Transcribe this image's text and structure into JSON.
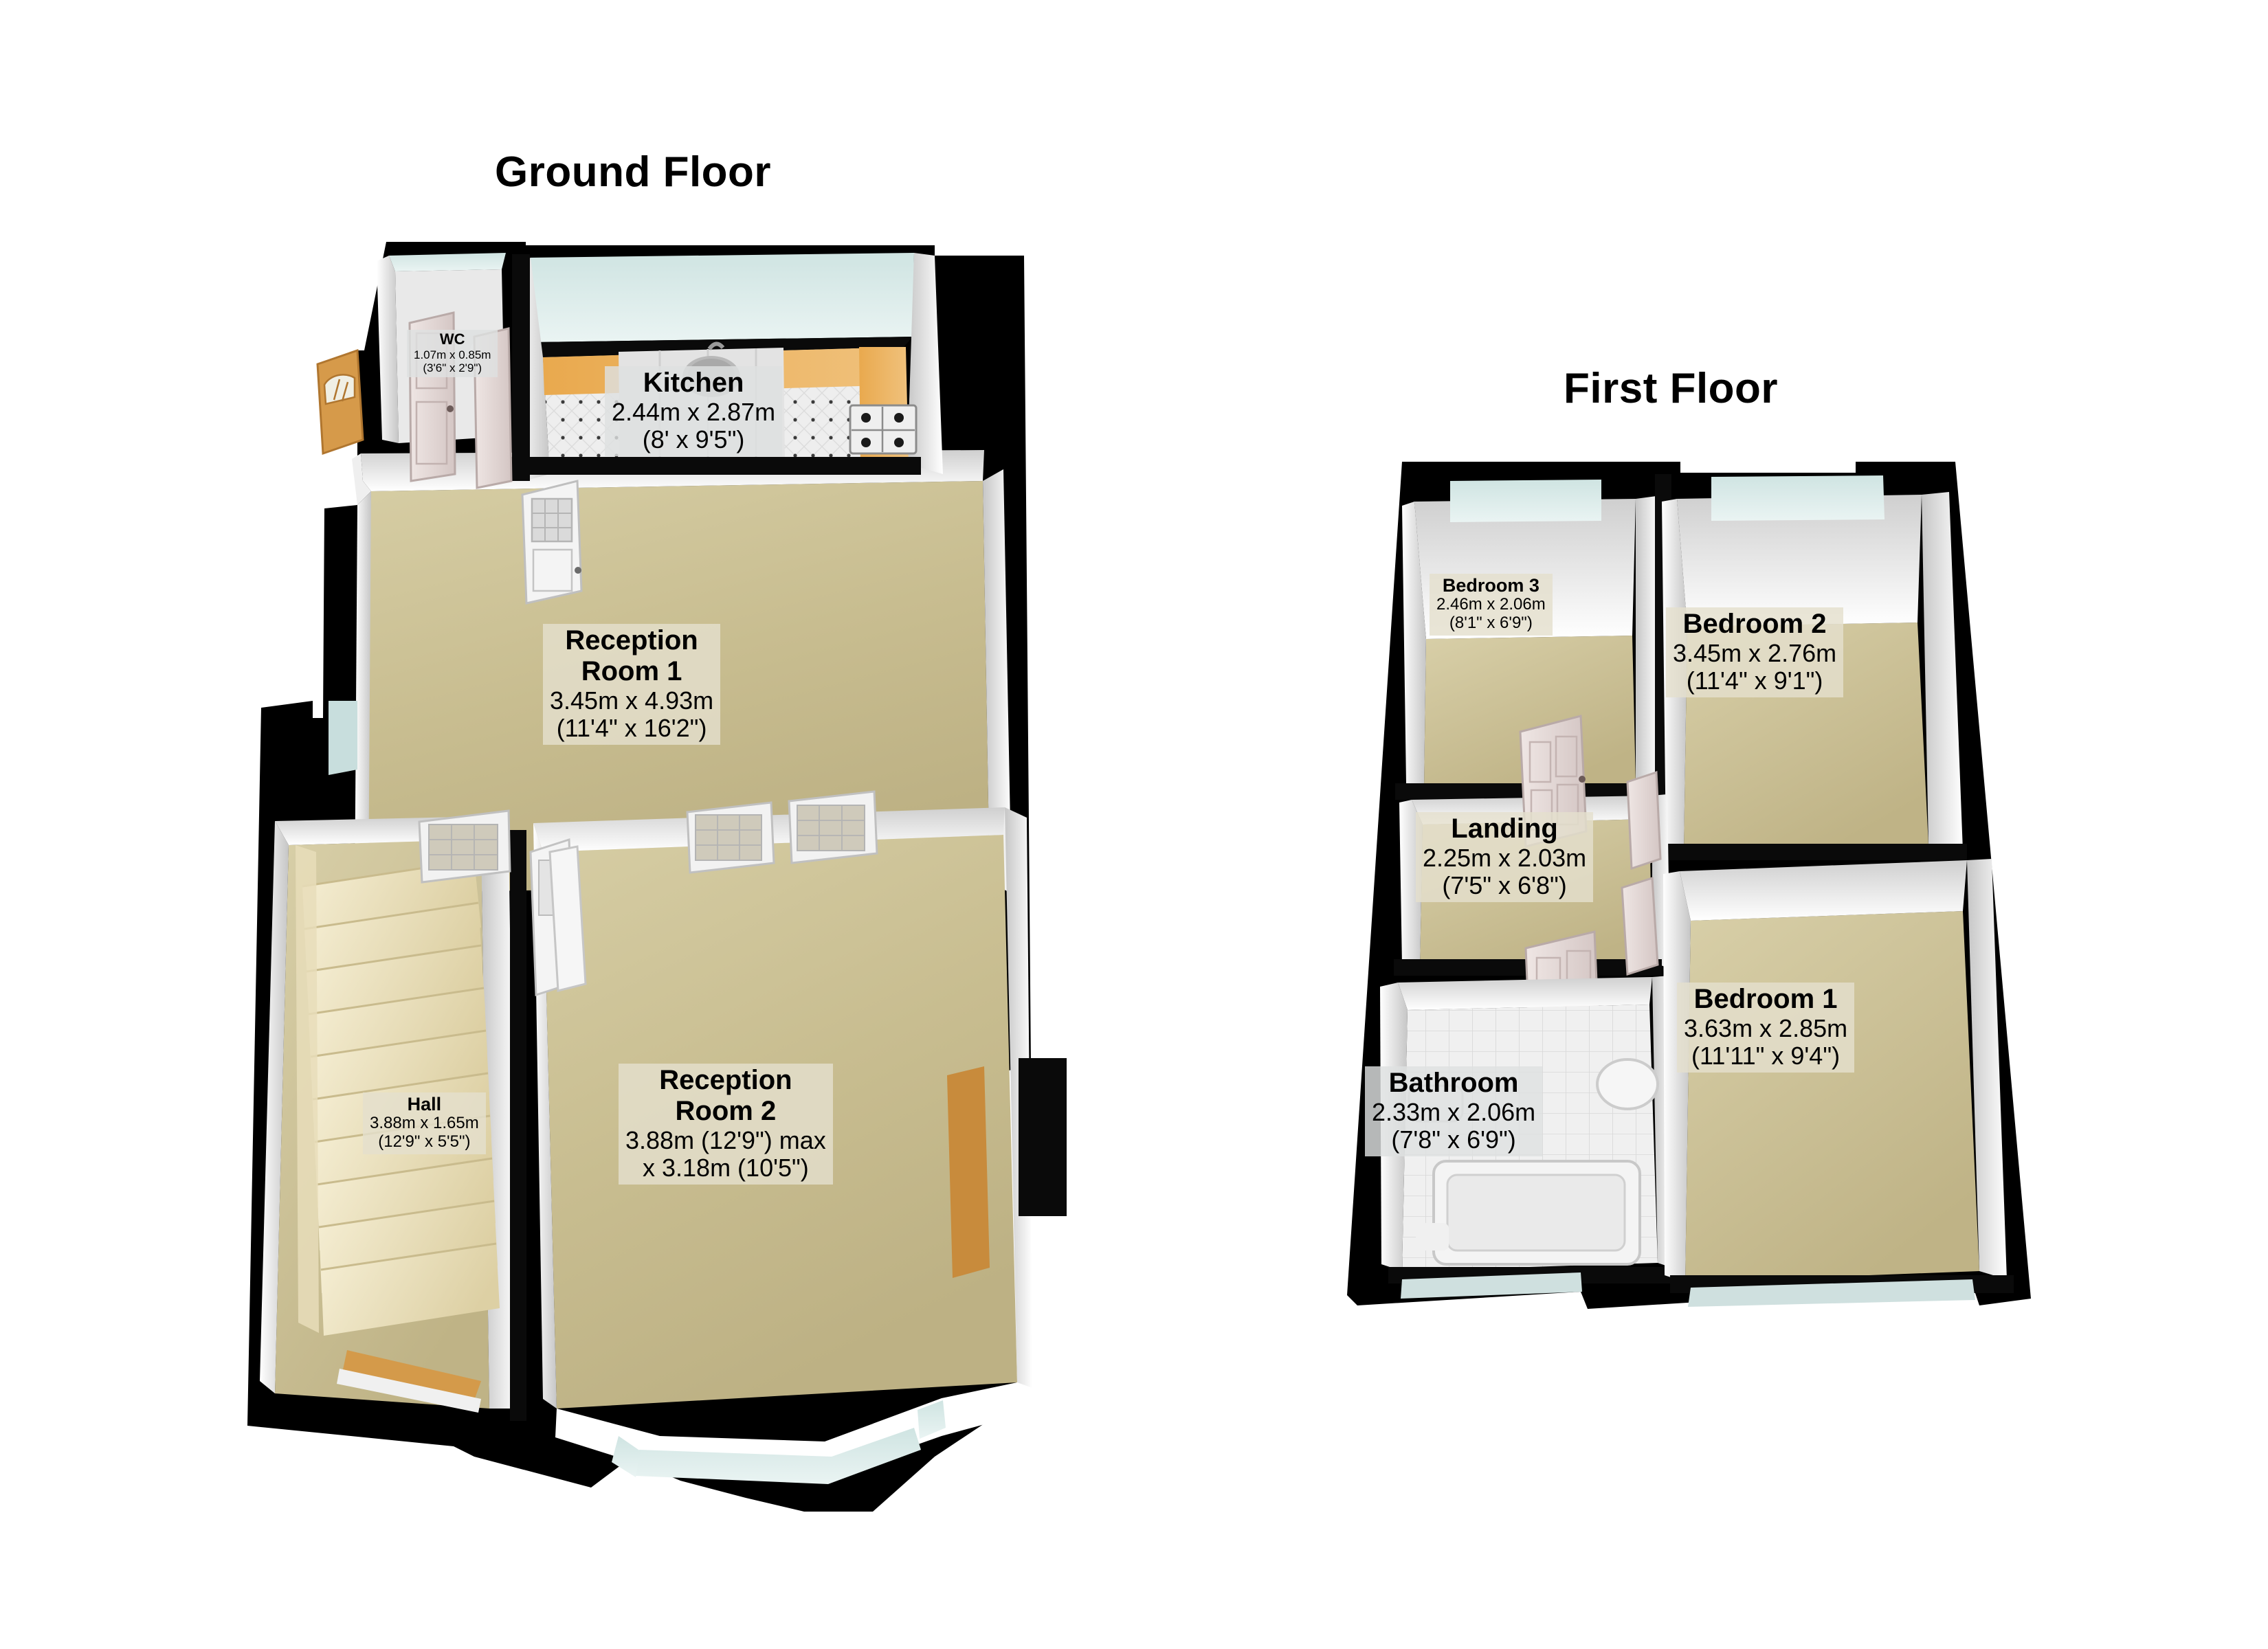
{
  "document": {
    "type": "floor-plan",
    "background_color": "#ffffff",
    "wall_color": "#000000",
    "floor_carpet_color": "#c9bf93",
    "floor_tile_color": "#e8e8e8",
    "window_glass_color": "#d7e8e6",
    "worktop_color": "#e8a84f",
    "stair_color": "#efe4bd",
    "label_bg_color": "#e2decf"
  },
  "floors": [
    {
      "id": "ground-floor",
      "title": "Ground Floor",
      "rooms": [
        {
          "id": "wc",
          "name": "WC",
          "dim_metric": "1.07m x 0.85m",
          "dim_imperial": "(3'6\" x 2'9\")"
        },
        {
          "id": "kitchen",
          "name": "Kitchen",
          "dim_metric": "2.44m x 2.87m",
          "dim_imperial": "(8' x 9'5\")"
        },
        {
          "id": "reception-room-1",
          "name_line1": "Reception",
          "name_line2": "Room 1",
          "dim_metric": "3.45m x 4.93m",
          "dim_imperial": "(11'4\" x 16'2\")"
        },
        {
          "id": "hall",
          "name": "Hall",
          "dim_metric": "3.88m x 1.65m",
          "dim_imperial": "(12'9\" x 5'5\")"
        },
        {
          "id": "reception-room-2",
          "name_line1": "Reception",
          "name_line2": "Room 2",
          "dim_metric": "3.88m (12'9\") max",
          "dim_imperial": "x 3.18m (10'5\")"
        }
      ]
    },
    {
      "id": "first-floor",
      "title": "First Floor",
      "rooms": [
        {
          "id": "bedroom-3",
          "name": "Bedroom 3",
          "dim_metric": "2.46m x 2.06m",
          "dim_imperial": "(8'1\" x 6'9\")"
        },
        {
          "id": "bedroom-2",
          "name": "Bedroom 2",
          "dim_metric": "3.45m x 2.76m",
          "dim_imperial": "(11'4\" x 9'1\")"
        },
        {
          "id": "landing",
          "name": "Landing",
          "dim_metric": "2.25m x 2.03m",
          "dim_imperial": "(7'5\" x 6'8\")"
        },
        {
          "id": "bedroom-1",
          "name": "Bedroom 1",
          "dim_metric": "3.63m x 2.85m",
          "dim_imperial": "(11'11\" x 9'4\")"
        },
        {
          "id": "bathroom",
          "name": "Bathroom",
          "dim_metric": "2.33m x 2.06m",
          "dim_imperial": "(7'8\" x 6'9\")"
        }
      ]
    }
  ]
}
